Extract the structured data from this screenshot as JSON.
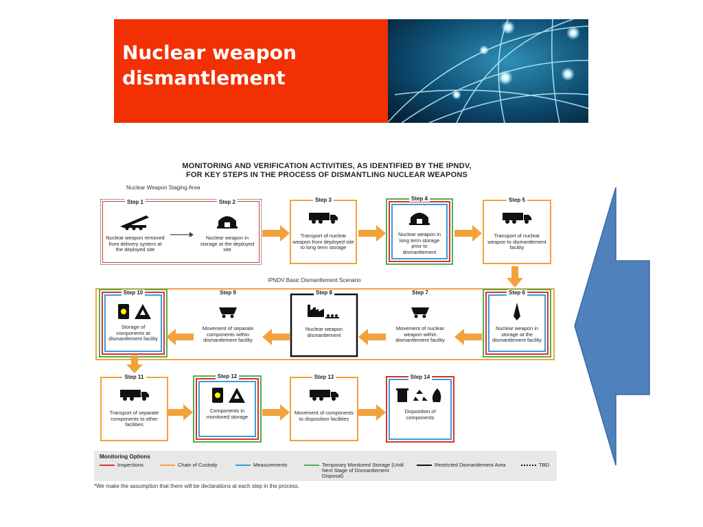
{
  "banner": {
    "title": "Nuclear weapon dismantlement"
  },
  "figure": {
    "title_line1": "MONITORING AND VERIFICATION ACTIVITIES, AS IDENTIFIED BY THE IPNDV,",
    "title_line2": "FOR KEY STEPS IN THE PROCESS OF DISMANTLING NUCLEAR WEAPONS",
    "staging_label": "Nuclear Weapon Staging Area",
    "scenario_label": "IPNDV Basic Dismantlement Scenario",
    "steps": [
      {
        "label": "Step 1",
        "text": "Nuclear weapon removed from delivery system at the deployed site",
        "icon": "missile-launcher-icon"
      },
      {
        "label": "Step 2",
        "text": "Nuclear weapon in storage at the deployed site",
        "icon": "storage-bunker-icon"
      },
      {
        "label": "Step 3",
        "text": "Transport of nuclear weapon from deployed site to long term storage",
        "icon": "truck-icon"
      },
      {
        "label": "Step 4",
        "text": "Nuclear weapon in long term storage prior to dismantlement",
        "icon": "storage-bunker-icon"
      },
      {
        "label": "Step 5",
        "text": "Transport of nuclear weapon to dismantlement facility",
        "icon": "truck-icon"
      },
      {
        "label": "Step 6",
        "text": "Nuclear weapon in storage at the dismantlement facility",
        "icon": "warhead-icon"
      },
      {
        "label": "Step 7",
        "text": "Movement of nuclear weapon within dismantlement facility",
        "icon": "cart-icon"
      },
      {
        "label": "Step 8",
        "text": "Nuclear weapon dismantlement",
        "icon": "factory-icon"
      },
      {
        "label": "Step 9",
        "text": "Movement of separate components within dismantlement facility",
        "icon": "cart-icon"
      },
      {
        "label": "Step 10",
        "text": "Storage of components at dismantlement facility",
        "icon": "radioactive-explosive-icon"
      },
      {
        "label": "Step 11",
        "text": "Transport of separate components to other facilities",
        "icon": "truck-icon"
      },
      {
        "label": "Step 12",
        "text": "Components in monitored storage",
        "icon": "radioactive-explosive-icon"
      },
      {
        "label": "Step 13",
        "text": "Movement of components to disposition facilities",
        "icon": "truck-icon"
      },
      {
        "label": "Step 14",
        "text": "Disposition of components",
        "icon": "disposal-icon"
      }
    ]
  },
  "legend": {
    "title": "Monitoring Options",
    "items": [
      {
        "label": "Inspections",
        "color": "#d8322b"
      },
      {
        "label": "Chain of Custody",
        "color": "#f2a23a"
      },
      {
        "label": "Measurements",
        "color": "#3b9ad9"
      },
      {
        "label": "Temporary Monitored Storage (Until Next Stage of Dismantlement Disposal)",
        "color": "#4caf50"
      },
      {
        "label": "Restricted Dismantlement Area",
        "color": "#111111"
      },
      {
        "label": "TBD",
        "color": "#111111"
      }
    ]
  },
  "footnote": "*We make the assumption that there will be declarations at each step in the process.",
  "colors": {
    "banner_red": "#f23004",
    "arrow_orange": "#f2a23a",
    "big_arrow_blue": "#4f81bd"
  }
}
